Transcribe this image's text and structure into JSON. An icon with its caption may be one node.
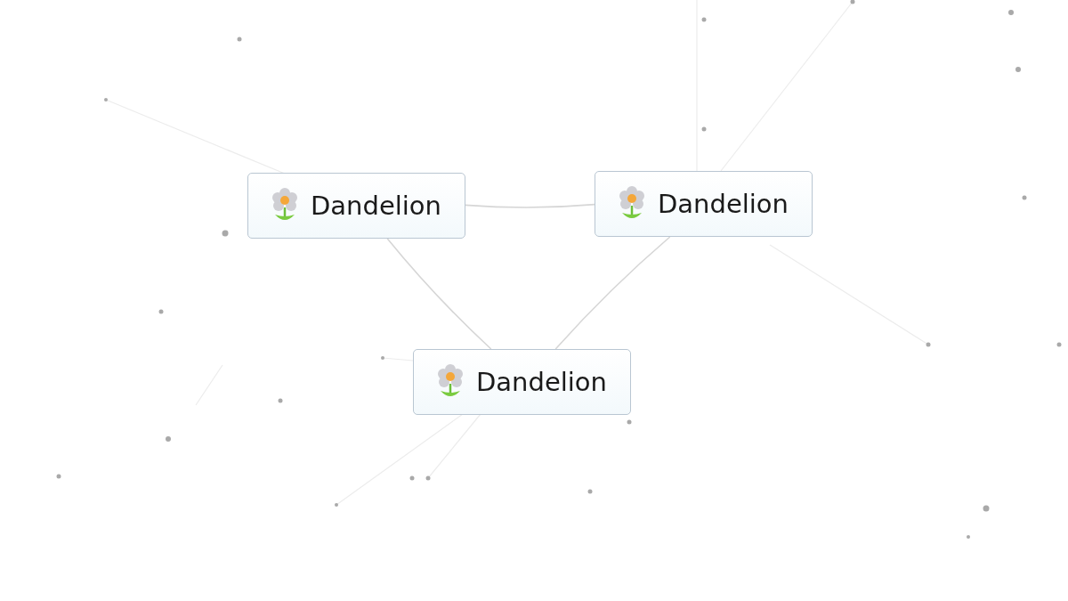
{
  "diagram": {
    "nodes": [
      {
        "text": [
          "Dandelion"
        ]
      },
      {
        "text": [
          "Dandelion"
        ]
      },
      {
        "text": [
          "Dandelion"
        ]
      }
    ],
    "edges": [
      {
        "from": 0,
        "to": 1,
        "arrow": "none"
      },
      {
        "from": 0,
        "to": 2,
        "arrow": "none"
      },
      {
        "from": 1,
        "to": 2,
        "arrow": "none"
      }
    ]
  }
}
